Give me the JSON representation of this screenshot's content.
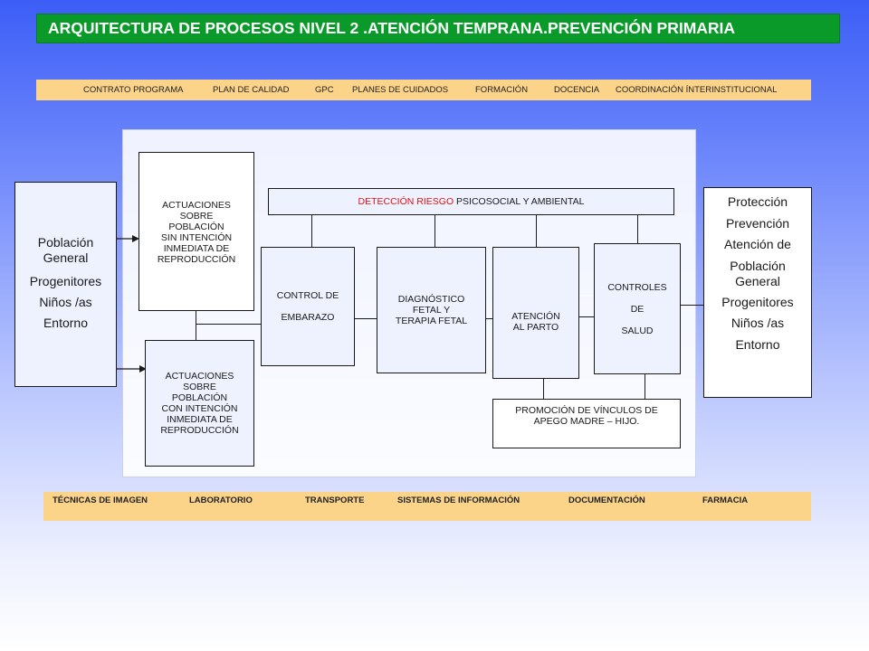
{
  "title": "ARQUITECTURA DE PROCESOS NIVEL 2 .ATENCIÓN TEMPRANA.PREVENCIÓN PRIMARIA",
  "top_strip": [
    "CONTRATO PROGRAMA",
    "PLAN DE CALIDAD",
    "GPC",
    "PLANES DE CUIDADOS",
    "FORMACIÓN",
    "DOCENCIA",
    "COORDINACIÓN ÍNTERINSTITUCIONAL"
  ],
  "bottom_strip": [
    "TÉCNICAS DE IMAGEN",
    "LABORATORIO",
    "TRANSPORTE",
    "SISTEMAS DE INFORMACIÓN",
    "DOCUMENTACIÓN",
    "FARMACIA"
  ],
  "left_box": [
    "Población\nGeneral",
    "Progenitores",
    "Niños /as",
    "Entorno"
  ],
  "right_box": [
    "Protección",
    "Prevención",
    "Atención de",
    "Población\nGeneral",
    "Progenitores",
    "Niños /as",
    "Entorno"
  ],
  "act_sin": "ACTUACIONES\nSOBRE\nPOBLACIÓN\nSIN INTENCIÓN\nINMEDIATA DE\nREPRODUCCIÓN",
  "act_con": "ACTUACIONES\nSOBRE\nPOBLACIÓN\nCON INTENCIÓN\nINMEDIATA DE\nREPRODUCCIÓN",
  "deteccion": {
    "highlight": "DETECCIÓN RIESGO",
    "rest": " PSICOSOCIAL Y AMBIENTAL",
    "highlight_color": "#e01010"
  },
  "control_embarazo": "CONTROL DE\n\nEMBARAZO",
  "diagnostico": "DIAGNÓSTICO\nFETAL Y\nTERAPIA FETAL",
  "atencion_parto": "ATENCIÓN\nAL PARTO",
  "controles_salud": "CONTROLES\n\nDE\n\nSALUD",
  "promocion": "PROMOCIÓN DE VÍNCULOS DE\nAPEGO MADRE – HIJO."
}
